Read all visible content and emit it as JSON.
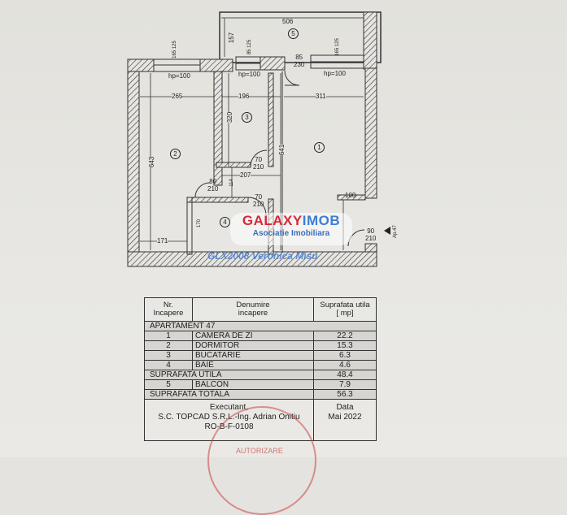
{
  "plan": {
    "dimensions": {
      "balcony_width": "506",
      "balcony_depth": "157",
      "window_left": "165\n125",
      "window_mid": "85\n125",
      "window_right": "165\n125",
      "door_balcony": "85\n230",
      "hp_left": "hp=100",
      "hp_mid": "hp=100",
      "hp_right": "hp=100",
      "w_room2": "265",
      "w_room3": "196",
      "w_room1": "311",
      "h_room2": "643",
      "h_room3": "320",
      "h_room1": "641",
      "door_kitchen": "70\n210",
      "door_bedroom": "80\n210",
      "hall_width": "207",
      "hall_depth": "114",
      "door_bath": "70\n210",
      "bath_height": "170",
      "bath_offset": "171",
      "niche": "100",
      "door_entry": "90\n210",
      "apartment_marker": "Ap.47"
    },
    "room_numbers": [
      "1",
      "2",
      "3",
      "4",
      "5"
    ]
  },
  "watermark": {
    "brand_red": "GALAXY",
    "brand_blue": "IMOB",
    "subtitle": "Asociatie Imobiliara",
    "agent_line": "GLX2008 Veronica Misu"
  },
  "table": {
    "headers": {
      "nr": "Nr.\nIncapere",
      "name": "Denumire\nincapere",
      "area": "Suprafata utila\n[ mp]"
    },
    "apartment_label": "APARTAMENT 47",
    "rooms": [
      {
        "nr": "1",
        "name": "CAMERA DE ZI",
        "area": "22.2"
      },
      {
        "nr": "2",
        "name": "DORMITOR",
        "area": "15.3"
      },
      {
        "nr": "3",
        "name": "BUCATARIE",
        "area": "6.3"
      },
      {
        "nr": "4",
        "name": "BAIE",
        "area": "4.6"
      }
    ],
    "usable_label": "SUPRAFATA UTILA",
    "usable_value": "48.4",
    "balcony": {
      "nr": "5",
      "name": "BALCON",
      "area": "7.9"
    },
    "total_label": "SUPRAFATA TOTALA",
    "total_value": "56.3",
    "executor_title": "Executant,",
    "executor_company": "S.C. TOPCAD S.R.L.-Ing. Adrian Onitiu",
    "executor_code": "RO-B-F-0108",
    "date_label": "Data",
    "date_value": "Mai 2022"
  },
  "stamp": {
    "text": "AUTORIZARE"
  }
}
